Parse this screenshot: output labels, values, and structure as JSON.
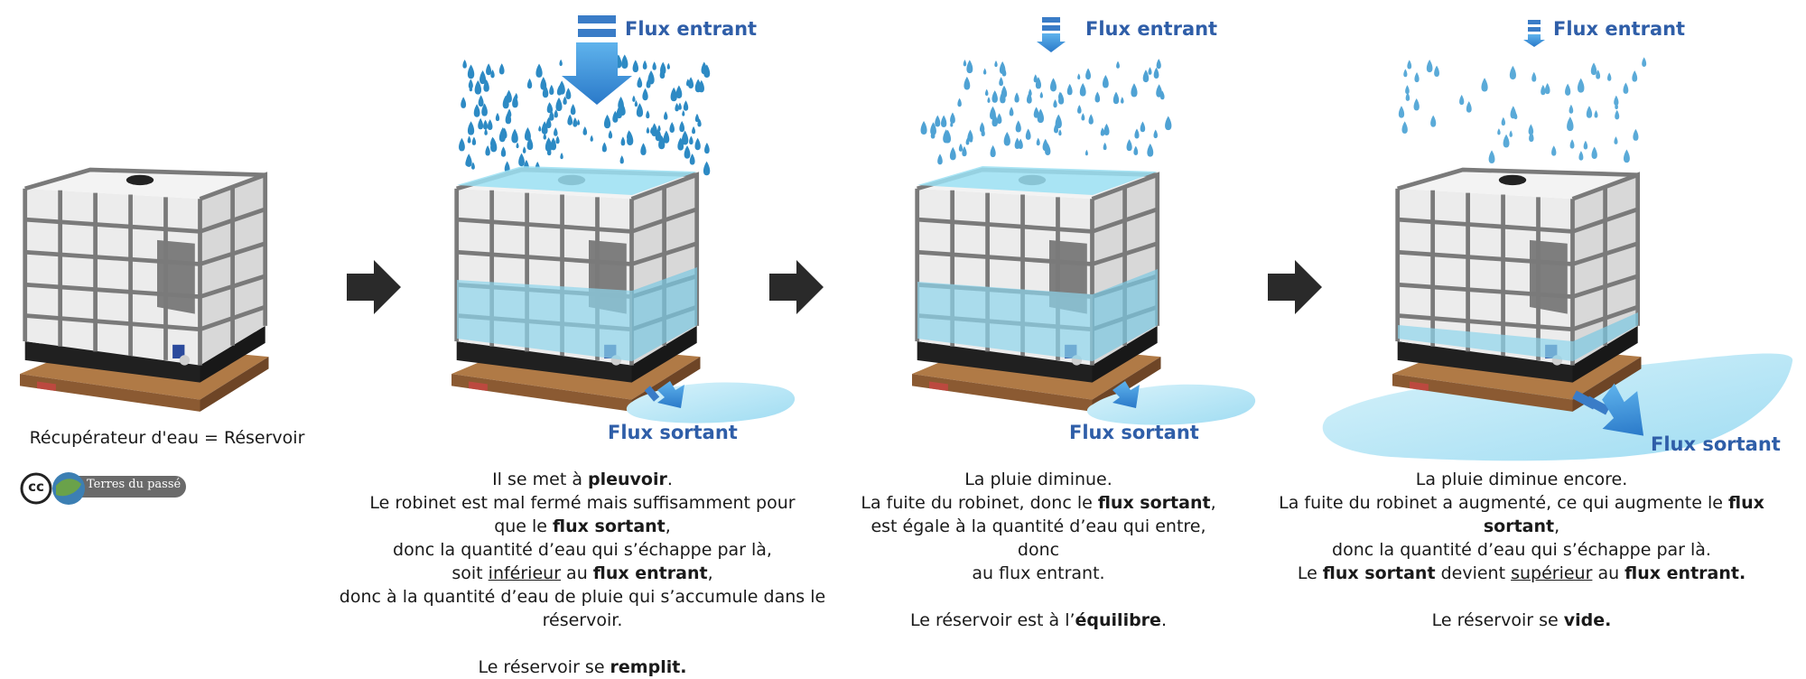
{
  "colors": {
    "flux_label": "#2f5ea8",
    "arrow_blue": "#3a8fd6",
    "water_blue": "#8fd6ec",
    "puddle_blue": "#bfe9f7",
    "cage_gray": "#7d7d7d",
    "pallet_brown": "#8b5a32",
    "black_arrow": "#2a2a2a"
  },
  "stage1": {
    "caption": "Récupérateur d'eau = Réservoir",
    "license_badge": "cc",
    "license_text": "Terres du passé"
  },
  "stage2": {
    "flux_in": "Flux entrant",
    "flux_out": "Flux sortant",
    "lines": [
      [
        "Il se met à ",
        {
          "b": "pleuvoir"
        },
        "."
      ],
      [
        "Le robinet est mal fermé mais suffisamment pour"
      ],
      [
        "que le ",
        {
          "b": "flux sortant"
        },
        ","
      ],
      [
        "donc la quantité d’eau qui s’échappe par là,"
      ],
      [
        "soit ",
        {
          "u": "inférieur"
        },
        " au ",
        {
          "b": "flux entrant"
        },
        ","
      ],
      [
        "donc à la quantité d’eau de pluie qui s’accumule dans le réservoir."
      ],
      [],
      [
        "Le réservoir se ",
        {
          "b": "remplit."
        }
      ]
    ]
  },
  "stage3": {
    "flux_in": "Flux entrant",
    "flux_out": "Flux sortant",
    "lines": [
      [
        "La pluie diminue."
      ],
      [
        "La fuite du robinet, donc le ",
        {
          "b": "flux sortant"
        },
        ","
      ],
      [
        "est égale à la quantité d’eau qui entre,  donc"
      ],
      [
        "au flux entrant."
      ],
      [],
      [
        "Le réservoir est à l’",
        {
          "b": "équilibre"
        },
        "."
      ]
    ]
  },
  "stage4": {
    "flux_in": "Flux entrant",
    "flux_out": "Flux sortant",
    "lines": [
      [
        "La pluie diminue encore."
      ],
      [
        "La fuite du robinet a augmenté, ce qui augmente le ",
        {
          "b": "flux sortant"
        },
        ","
      ],
      [
        "donc la quantité d’eau qui s’échappe par là."
      ],
      [
        "Le ",
        {
          "b": "flux sortant"
        },
        " devient ",
        {
          "u": "supérieur"
        },
        " au ",
        {
          "b": "flux entrant."
        }
      ],
      [],
      [
        "Le réservoir se ",
        {
          "b": "vide."
        }
      ]
    ]
  }
}
